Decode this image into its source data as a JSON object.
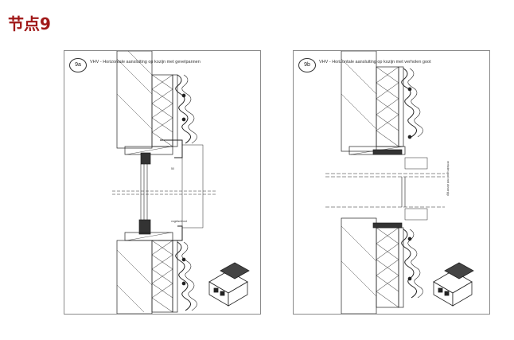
{
  "page": {
    "title": "节点9",
    "accent": "#a01818"
  },
  "panels": [
    {
      "id": "9a",
      "number": "9a",
      "title": "VHV - Horizontale aansluiting op kozijn met gevelpannen",
      "annotations": [
        "50",
        "vogelschroot"
      ]
    },
    {
      "id": "9b",
      "number": "9b",
      "title": "VHV - Horizontale aansluiting op kozijn met verholen goot",
      "annotations": [
        "verholen goot met afvoerpijp"
      ]
    }
  ],
  "icons": {
    "house": "isometric-house-icon"
  }
}
